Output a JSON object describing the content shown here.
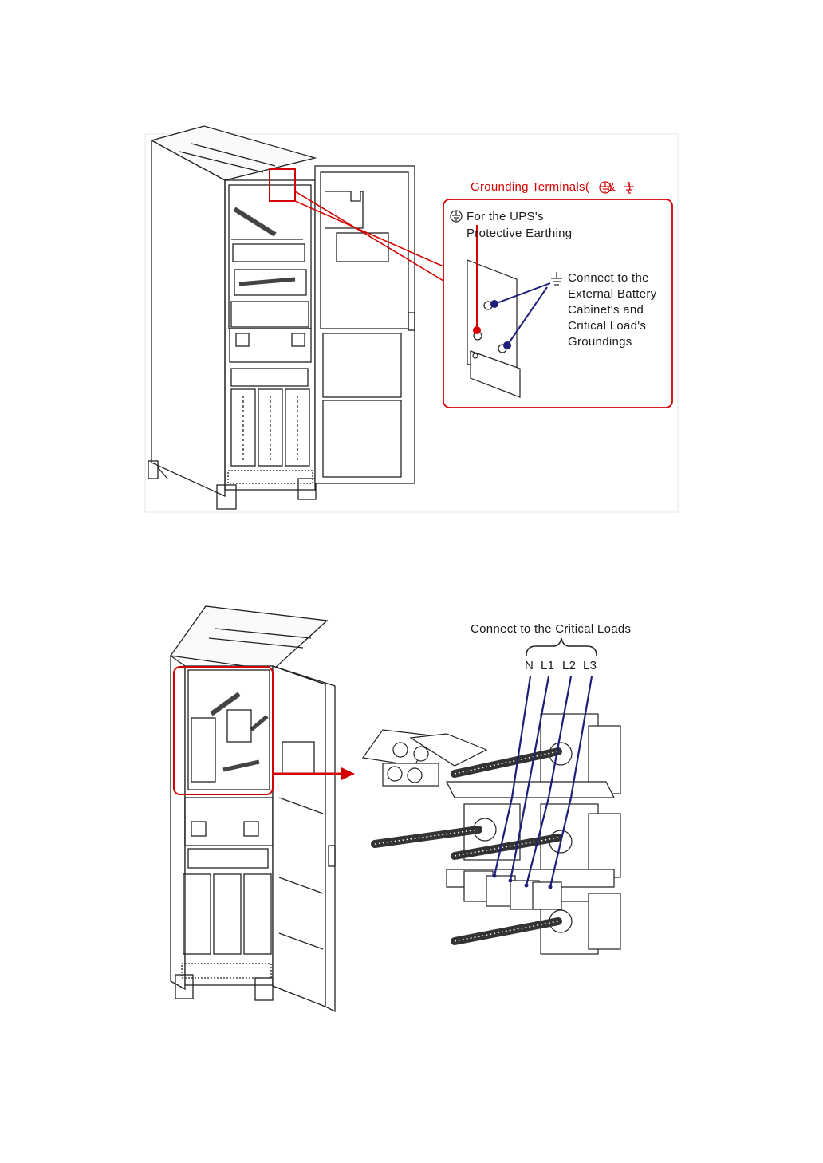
{
  "figure1": {
    "title_text": "Grounding Terminals(",
    "title_amp": " & ",
    "title_close": ")",
    "pe_line1": "For the UPS's",
    "pe_line2": "Protective Earthing",
    "gnd_line1": "Connect to the",
    "gnd_line2": "External Battery",
    "gnd_line3": "Cabinet's and",
    "gnd_line4": "Critical Load's",
    "gnd_line5": "Groundings",
    "pe_symbol_icon": "protective-earth-icon",
    "ground_symbol_icon": "ground-icon",
    "callout_color": "#d40000",
    "wire_color": "#1d1d7a"
  },
  "figure2": {
    "title": "Connect to the Critical Loads",
    "terminals": [
      "N",
      "L1",
      "L2",
      "L3"
    ],
    "callout_color": "#d40000",
    "wire_color": "#1d1d7a"
  }
}
